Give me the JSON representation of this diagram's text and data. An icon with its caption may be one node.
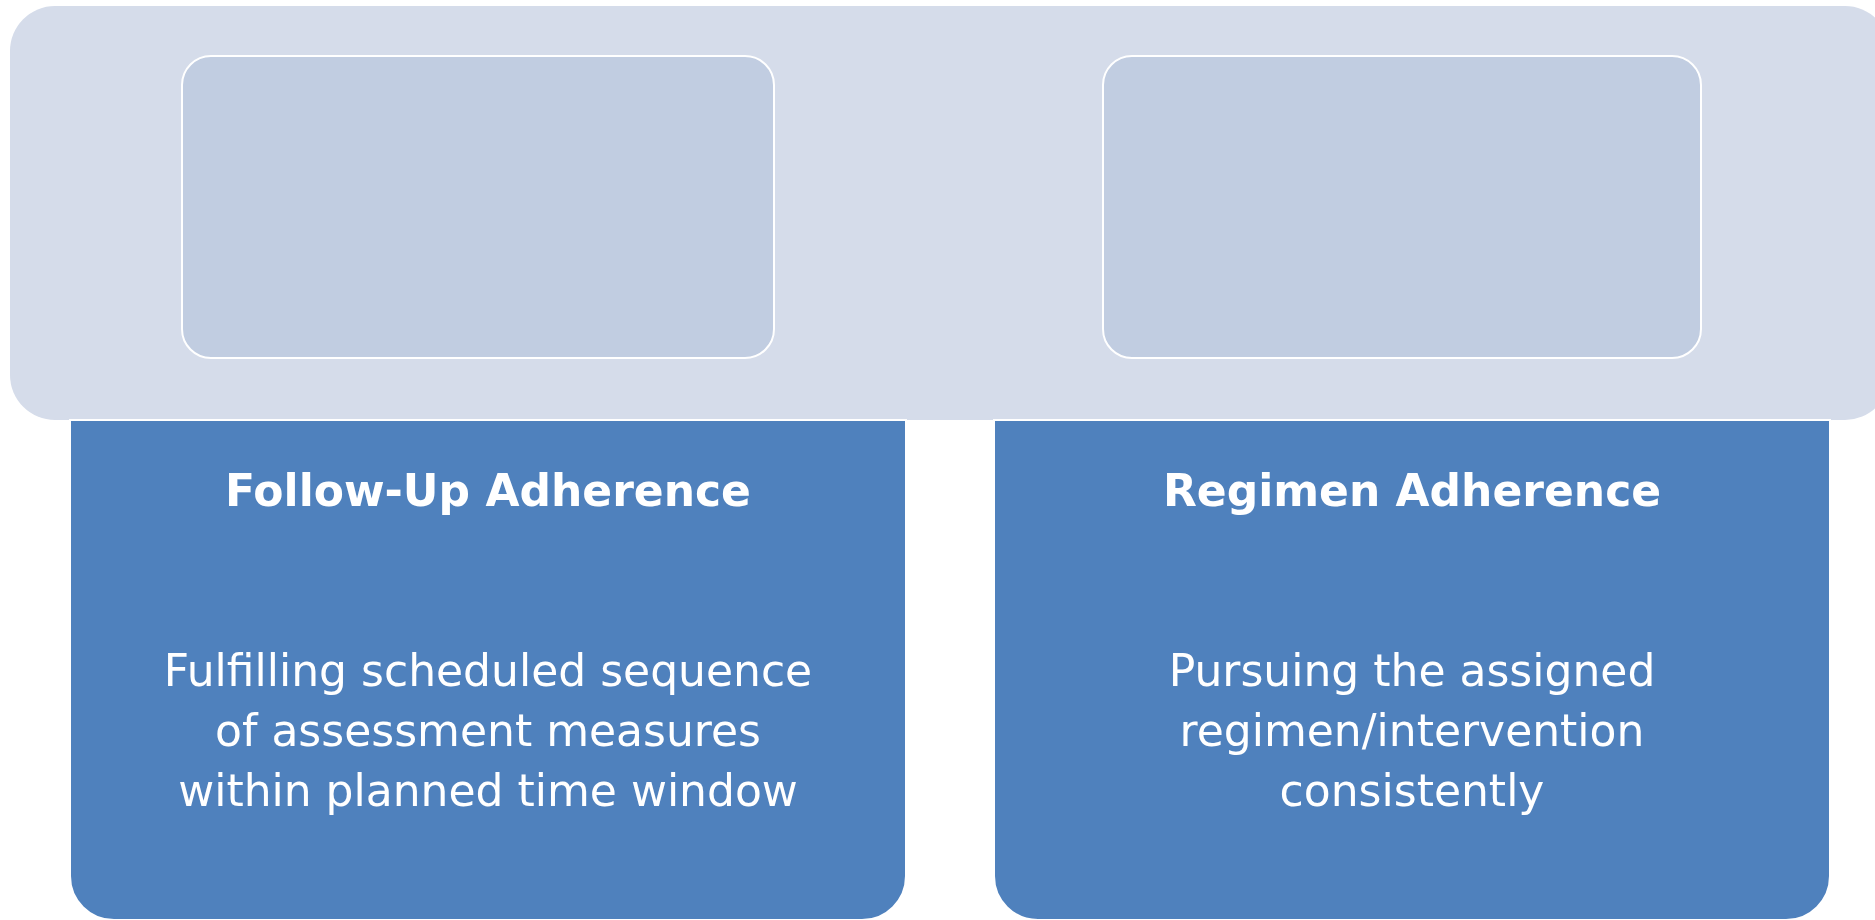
{
  "diagram": {
    "nodes": [
      {
        "text": [],
        "shape": "box"
      },
      {
        "text": [],
        "shape": "box",
        "in": 0
      },
      {
        "text": [],
        "shape": "box",
        "in": 0
      },
      {
        "text": [
          "Follow-Up Adherence",
          "Fulfilling scheduled sequence of assessment measures within planned time window"
        ]
      },
      {
        "text": [
          "Regimen Adherence",
          "Pursuing the assigned regimen/intervention consistently"
        ]
      }
    ],
    "edges": []
  }
}
